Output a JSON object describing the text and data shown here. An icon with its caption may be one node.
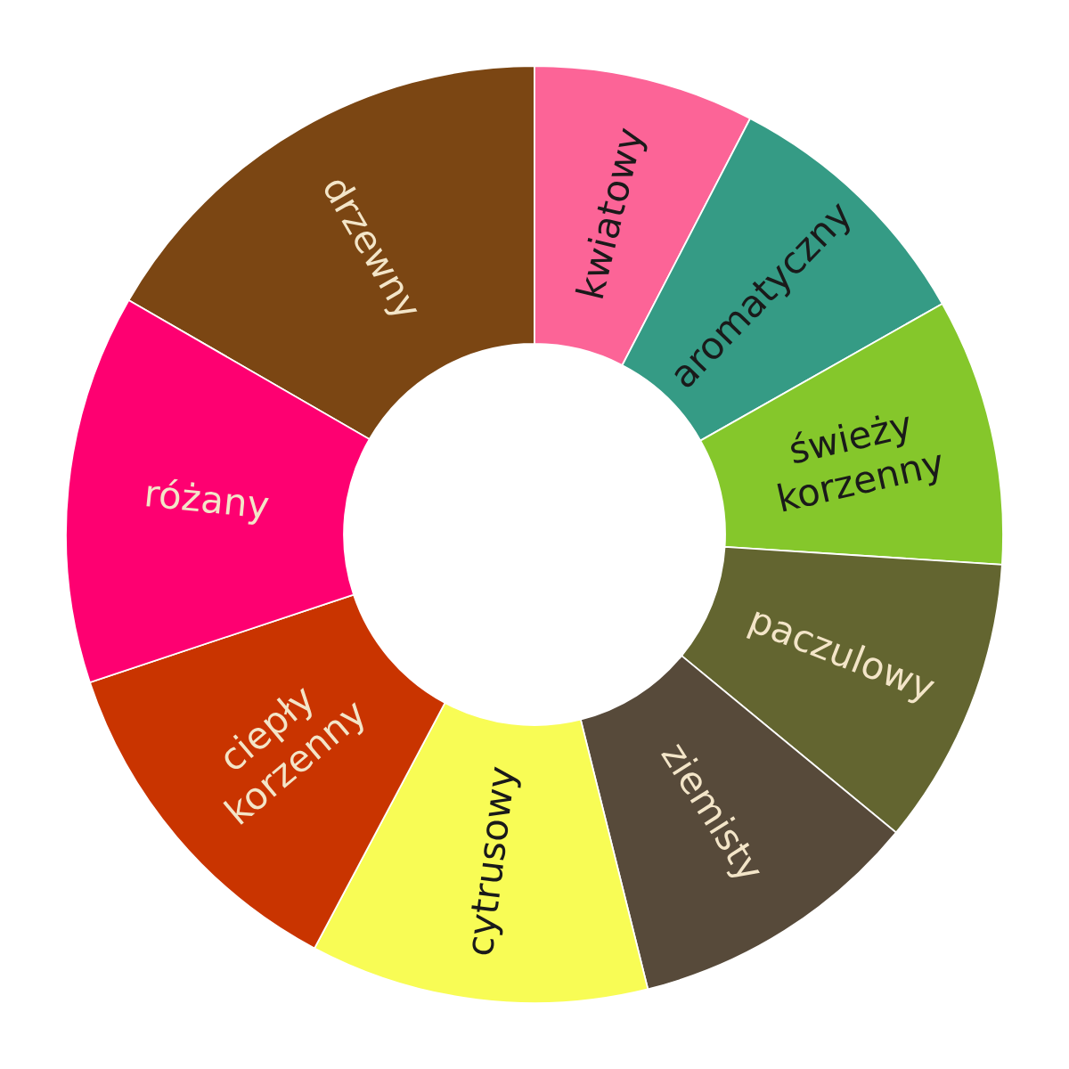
{
  "diagram": {
    "nodes": [
      {
        "text": [
          "drzewny"
        ]
      },
      {
        "text": [
          "kwiatowy"
        ]
      },
      {
        "text": [
          "aromatyczny"
        ]
      },
      {
        "text": [
          "świeży korzenny"
        ]
      },
      {
        "text": [
          "paczulowy"
        ]
      },
      {
        "text": [
          "ziemisty"
        ]
      },
      {
        "text": [
          "cytrusowy"
        ]
      },
      {
        "text": [
          "ciepły korzenny"
        ]
      },
      {
        "text": [
          "różany"
        ]
      }
    ]
  }
}
